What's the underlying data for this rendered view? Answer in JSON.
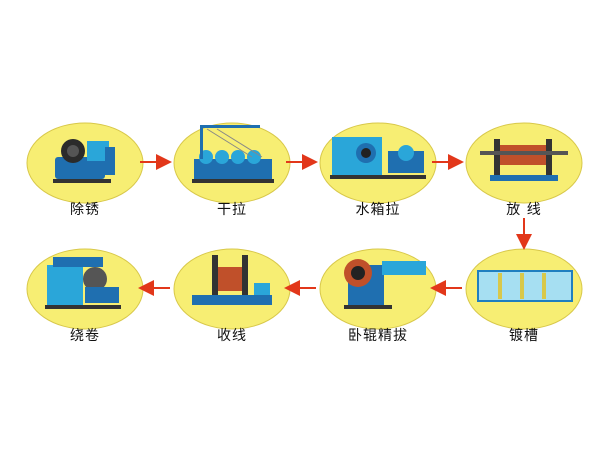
{
  "steps": [
    {
      "label": "除锈"
    },
    {
      "label": "干拉"
    },
    {
      "label": "水箱拉"
    },
    {
      "label": "放 线"
    },
    {
      "label": "镀槽"
    },
    {
      "label": "卧辊精拔"
    },
    {
      "label": "收线"
    },
    {
      "label": "绕卷"
    }
  ],
  "colors": {
    "ellipse_fill": "#f7ee73",
    "ellipse_stroke": "#d8c84a",
    "arrow": "#e2371a",
    "machine_blue": "#1f7fc0",
    "machine_cyan": "#2aa6d9"
  }
}
